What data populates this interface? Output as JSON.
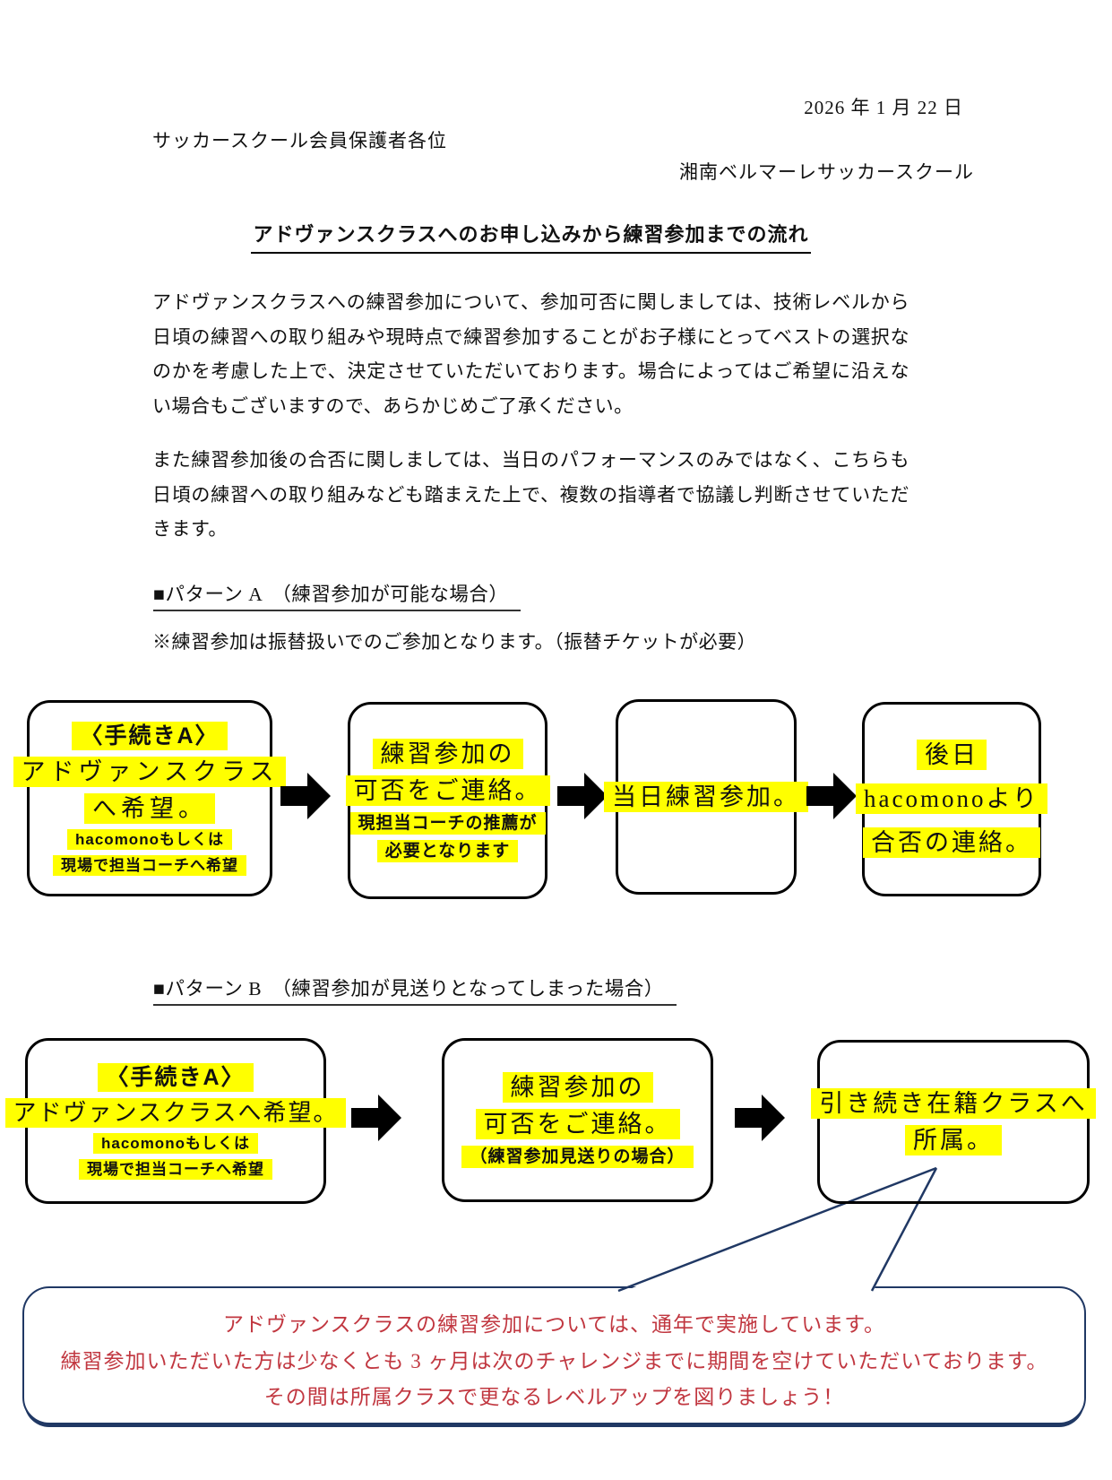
{
  "header": {
    "date": "2026 年 1 月 22 日",
    "recipient": "サッカースクール会員保護者各位",
    "sender": "湘南ベルマーレサッカースクール"
  },
  "title": "アドヴァンスクラスへのお申し込みから練習参加までの流れ",
  "intro": {
    "paragraph1": "アドヴァンスクラスへの練習参加について、参加可否に関しましては、技術レベルから日頃の練習への取り組みや現時点で練習参加することがお子様にとってベストの選択なのかを考慮した上で、決定させていただいております。場合によってはご希望に沿えない場合もございますので、あらかじめご了承ください。",
    "paragraph2": "また練習参加後の合否に関しましては、当日のパフォーマンスのみではなく、こちらも日頃の練習への取り組みなども踏まえた上で、複数の指導者で協議し判断させていただきます。"
  },
  "pattern_a": {
    "heading": "■パターン A　（練習参加が可能な場合）",
    "note": "※練習参加は振替扱いでのご参加となります。（振替チケットが必要）",
    "steps": [
      {
        "lines": [
          "〈手続きA〉",
          "アドヴァンスクラス",
          "へ希望。"
        ],
        "sub": [
          "hacomonoもしくは",
          "現場で担当コーチへ希望"
        ]
      },
      {
        "lines": [
          "練習参加の",
          "可否をご連絡。"
        ],
        "sub": [
          "現担当コーチの推薦が",
          "必要となります"
        ]
      },
      {
        "lines": [
          "当日練習参加。"
        ],
        "sub": []
      },
      {
        "lines": [
          "後日",
          "hacomonoより",
          "合否の連絡。"
        ],
        "sub": []
      }
    ]
  },
  "pattern_b": {
    "heading": "■パターン B　（練習参加が見送りとなってしまった場合）",
    "steps": [
      {
        "lines": [
          "〈手続きA〉",
          "アドヴァンスクラスへ希望。"
        ],
        "sub": [
          "hacomonoもしくは",
          "現場で担当コーチへ希望"
        ]
      },
      {
        "lines": [
          "練習参加の",
          "可否をご連絡。"
        ],
        "sub": [
          "（練習参加見送りの場合）"
        ]
      },
      {
        "lines": [
          "引き続き在籍クラスへ",
          "所属。"
        ],
        "sub": []
      }
    ]
  },
  "callout": {
    "lines": [
      "アドヴァンスクラスの練習参加については、通年で実施しています。",
      "練習参加いただいた方は少なくとも 3 ヶ月は次のチャレンジまでに期間を空けていただいております。",
      "その間は所属クラスで更なるレベルアップを図りましょう！"
    ]
  },
  "colors": {
    "highlight_yellow": "#ffff00",
    "callout_border": "#203864",
    "callout_text": "#c13740",
    "arrow_black": "#000000"
  }
}
